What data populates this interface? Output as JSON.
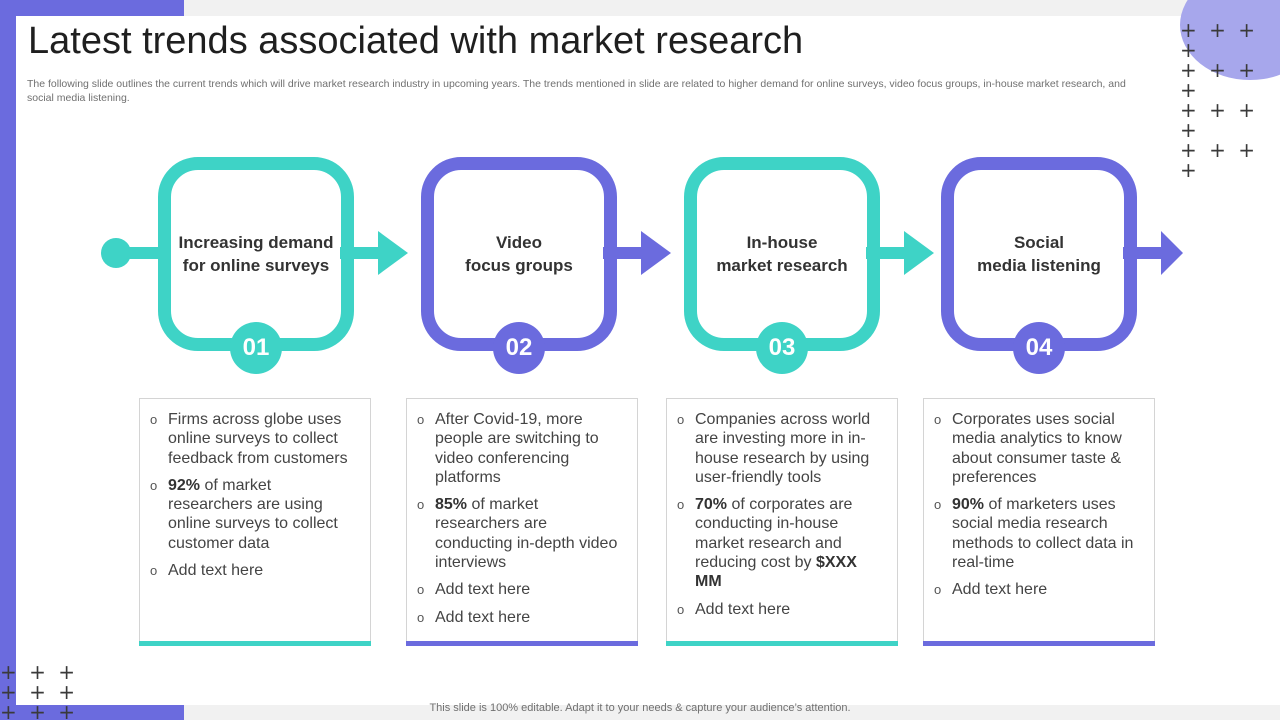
{
  "title": "Latest trends associated with market research",
  "subtitle": "The following slide outlines the current trends which will drive market research industry in upcoming years. The trends mentioned in slide are related to higher demand for online surveys, video focus groups, in-house market research, and social media listening.",
  "footer": "This slide is 100% editable. Adapt it to your needs & capture your audience’s attention.",
  "colors": {
    "teal": "#3ED3C6",
    "purple": "#6B6BDE",
    "light_purple": "#A7A7EC"
  },
  "decorations": {
    "plus_row_top": "+ + + +",
    "plus_row_bottom": "+ + +"
  },
  "steps": [
    {
      "number": "01",
      "label": "Increasing demand\nfor online surveys",
      "color": "teal"
    },
    {
      "number": "02",
      "label": "Video\nfocus groups",
      "color": "purple"
    },
    {
      "number": "03",
      "label": "In-house\nmarket research",
      "color": "teal"
    },
    {
      "number": "04",
      "label": "Social\nmedia listening",
      "color": "purple"
    }
  ],
  "cards": [
    {
      "items": [
        {
          "bold": "",
          "text": "Firms across globe uses online surveys to collect feedback from customers"
        },
        {
          "bold": "92%",
          "text": " of market researchers are using online surveys to collect customer data"
        },
        {
          "bold": "",
          "text": "Add text here"
        }
      ]
    },
    {
      "items": [
        {
          "bold": "",
          "text": "After Covid-19, more people are switching to video conferencing platforms"
        },
        {
          "bold": "85%",
          "text": " of market researchers are conducting in-depth video interviews"
        },
        {
          "bold": "",
          "text": "Add text here"
        },
        {
          "bold": "",
          "text": "Add text here"
        }
      ]
    },
    {
      "items": [
        {
          "bold": "",
          "text": "Companies across world are investing more in in-house research by using user-friendly tools"
        },
        {
          "bold": "70%",
          "text": " of corporates are conducting in-house market research and reducing cost by ",
          "bold_end": "$XXX MM"
        },
        {
          "bold": "",
          "text": "Add text here"
        }
      ]
    },
    {
      "items": [
        {
          "bold": "",
          "text": "Corporates uses social media analytics to know about consumer taste & preferences"
        },
        {
          "bold": "90%",
          "text": " of marketers uses social media research methods to collect data in real-time"
        },
        {
          "bold": "",
          "text": "Add text here"
        }
      ]
    }
  ]
}
